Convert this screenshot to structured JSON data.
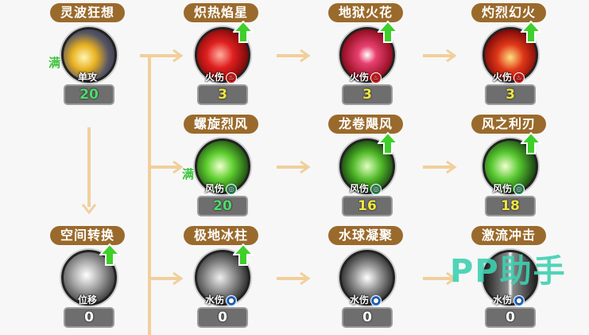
{
  "skills": [
    {
      "name": "灵波狂想",
      "type": "单攻",
      "value": "20",
      "full": "满",
      "upgrade": false,
      "element": "",
      "valueColor": "#4fdc6a",
      "bg": "radial-gradient(circle at 40% 55%,#fff6b0,#e8b020 30%,#556 60%,#223)"
    },
    {
      "name": "炽热焰星",
      "type": "火伤",
      "value": "3",
      "upgrade": true,
      "element": "fire",
      "valueColor": "#f0e640",
      "bg": "radial-gradient(circle at 45% 50%,#ffb0a0,#e02020 35%,#7a0808 75%)"
    },
    {
      "name": "地狱火花",
      "type": "火伤",
      "value": "3",
      "upgrade": true,
      "element": "fire",
      "valueColor": "#f0e640",
      "bg": "radial-gradient(circle at 50% 50%,#fff,#e84070 25%,#8a0818 75%)"
    },
    {
      "name": "灼烈幻火",
      "type": "火伤",
      "value": "3",
      "upgrade": true,
      "element": "fire",
      "valueColor": "#f0e640",
      "bg": "radial-gradient(circle at 50% 55%,#ffe080,#e03818 35%,#7a0808 75%)"
    },
    {
      "name": "螺旋烈风",
      "type": "风伤",
      "value": "20",
      "full": "满",
      "upgrade": false,
      "element": "wind",
      "valueColor": "#4fdc6a",
      "bg": "radial-gradient(circle at 45% 50%,#f0ffd0,#60d030 35%,#184010 80%)"
    },
    {
      "name": "龙卷飓风",
      "type": "风伤",
      "value": "16",
      "upgrade": true,
      "element": "wind",
      "valueColor": "#f0e640",
      "bg": "radial-gradient(circle at 50% 50%,#e0ffc0,#50b828 40%,#143a10 80%)"
    },
    {
      "name": "风之利刃",
      "type": "风伤",
      "value": "18",
      "upgrade": true,
      "element": "wind",
      "valueColor": "#f0e640",
      "bg": "radial-gradient(circle at 40% 50%,#f0ffd0,#58c830 35%,#143a10 80%)"
    },
    {
      "name": "空间转换",
      "type": "位移",
      "value": "0",
      "upgrade": true,
      "element": "",
      "valueColor": "#ffffff",
      "bg": "radial-gradient(circle at 45% 45%,#fff,#aaa 35%,#333 80%)"
    },
    {
      "name": "极地冰柱",
      "type": "水伤",
      "value": "0",
      "upgrade": true,
      "element": "water",
      "valueColor": "#ffffff",
      "bg": "radial-gradient(circle at 45% 50%,#eee,#888 40%,#222 80%)"
    },
    {
      "name": "水球凝聚",
      "type": "水伤",
      "value": "0",
      "upgrade": false,
      "element": "water",
      "valueColor": "#ffffff",
      "bg": "radial-gradient(circle at 50% 50%,#fff,#999 35%,#222 80%)"
    },
    {
      "name": "激流冲击",
      "type": "水伤",
      "value": "0",
      "upgrade": false,
      "element": "water",
      "valueColor": "#ffffff",
      "bg": "linear-gradient(90deg,#222,#888 45%,#fff 50%,#888 55%,#222)"
    }
  ],
  "watermark": "PP助手"
}
